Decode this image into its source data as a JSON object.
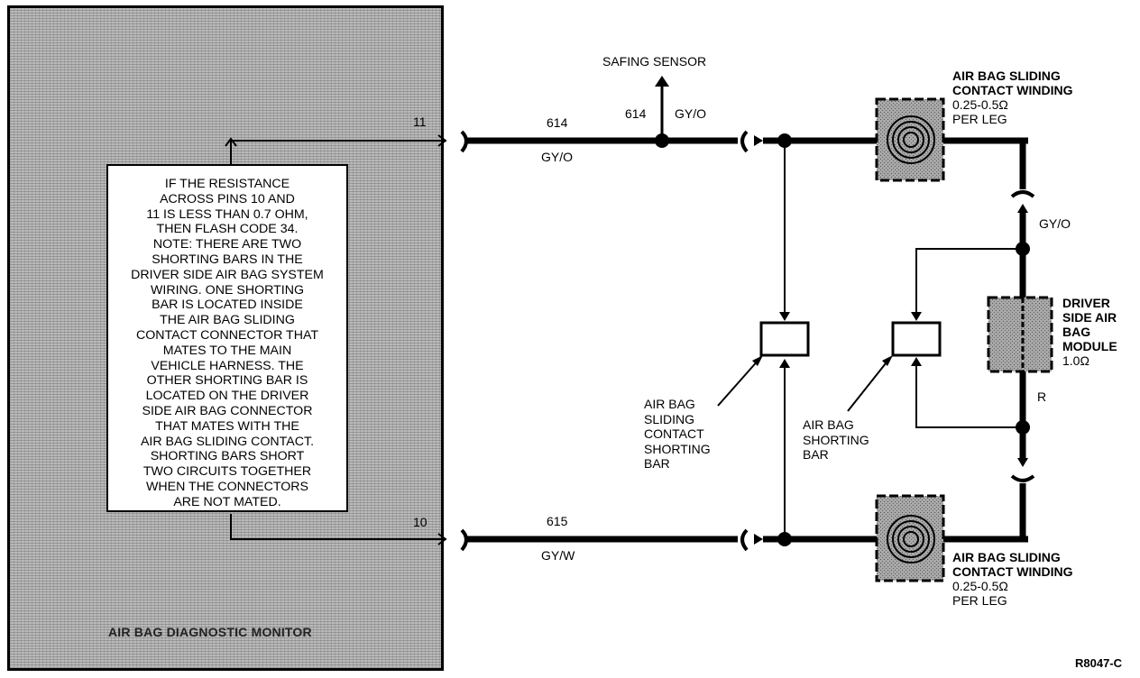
{
  "monitor": {
    "label": "AIR BAG DIAGNOSTIC MONITOR",
    "pin_11": "11",
    "pin_10": "10",
    "note_lines": [
      "IF THE RESISTANCE",
      "ACROSS PINS 10 AND",
      "11 IS LESS THAN 0.7 OHM,",
      "THEN FLASH CODE 34.",
      "NOTE: THERE ARE TWO",
      "SHORTING BARS IN THE",
      "DRIVER SIDE AIR BAG SYSTEM",
      "WIRING. ONE SHORTING",
      "BAR IS LOCATED INSIDE",
      "THE AIR BAG SLIDING",
      "CONTACT CONNECTOR THAT",
      "MATES TO THE MAIN",
      "VEHICLE HARNESS. THE",
      "OTHER SHORTING BAR IS",
      "LOCATED ON THE DRIVER",
      "SIDE AIR BAG CONNECTOR",
      "THAT MATES WITH THE",
      "AIR BAG SLIDING CONTACT.",
      "SHORTING BARS SHORT",
      "TWO CIRCUITS TOGETHER",
      "WHEN THE CONNECTORS",
      "ARE NOT MATED."
    ]
  },
  "wires": {
    "top_circuit": "614",
    "top_circuit_2": "614",
    "top_color": "GY/O",
    "top_color_2": "GY/O",
    "safing_sensor": "SAFING SENSOR",
    "bottom_circuit": "615",
    "bottom_color": "GY/W",
    "right_top_color": "GY/O",
    "right_bottom_color": "R"
  },
  "components": {
    "winding_top": {
      "title": "AIR BAG SLIDING\nCONTACT WINDING",
      "title_l1": "AIR BAG SLIDING",
      "title_l2": "CONTACT WINDING",
      "spec_l1": "0.25-0.5Ω",
      "spec_l2": "PER LEG"
    },
    "winding_bottom": {
      "title_l1": "AIR BAG SLIDING",
      "title_l2": "CONTACT WINDING",
      "spec_l1": "0.25-0.5Ω",
      "spec_l2": "PER LEG"
    },
    "module": {
      "l1": "DRIVER",
      "l2": "SIDE AIR",
      "l3": "BAG",
      "l4": "MODULE",
      "spec": "1.0Ω"
    },
    "sliding_bar_label": [
      "AIR BAG",
      "SLIDING",
      "CONTACT",
      "SHORTING",
      "BAR"
    ],
    "shorting_bar_label": [
      "AIR BAG",
      "SHORTING",
      "BAR"
    ]
  },
  "figure_id": "R8047-C"
}
